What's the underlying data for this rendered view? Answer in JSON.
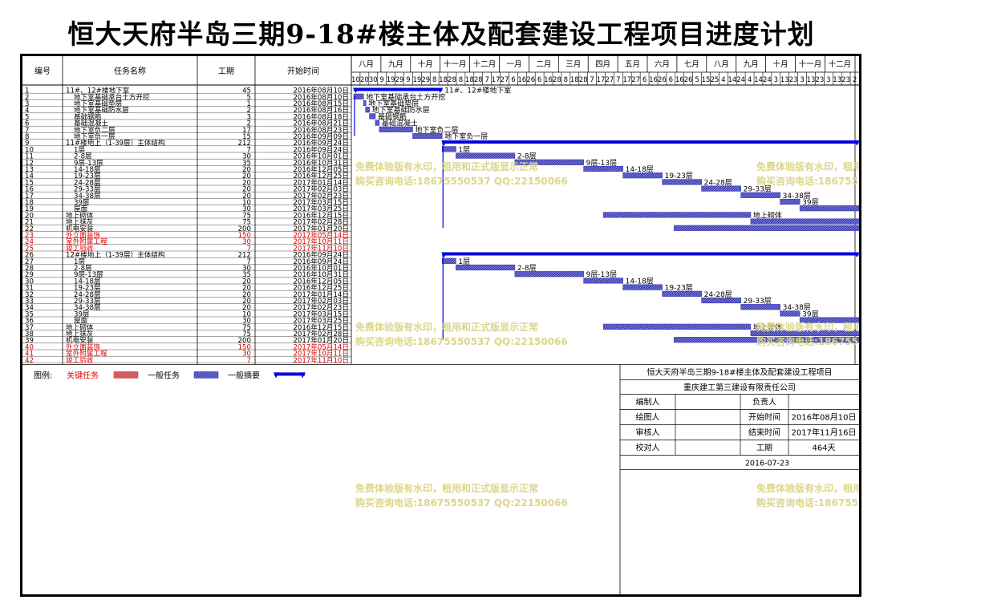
{
  "title": "恒大天府半岛三期9-18#楼主体及配套建设工程项目进度计划",
  "columns": {
    "id": "编号",
    "name": "任务名称",
    "duration": "工期",
    "start": "开始时间"
  },
  "months": [
    "八月",
    "九月",
    "十月",
    "十一月",
    "十二月",
    "一月",
    "二月",
    "三月",
    "四月",
    "五月",
    "六月",
    "七月",
    "八月",
    "九月",
    "十月",
    "十一月",
    "十二月"
  ],
  "days": [
    "10",
    "20",
    "30",
    "9",
    "19",
    "29",
    "9",
    "19",
    "29",
    "8",
    "18",
    "28",
    "8",
    "18",
    "28",
    "7",
    "17",
    "27",
    "6",
    "16",
    "26",
    "6",
    "16",
    "28",
    "8",
    "18",
    "28",
    "7",
    "17",
    "27",
    "7",
    "17",
    "27",
    "6",
    "16",
    "26",
    "6",
    "16",
    "26",
    "5",
    "15",
    "25",
    "4",
    "14",
    "24",
    "4",
    "14",
    "24",
    "3",
    "13",
    "23",
    "3",
    "13",
    "23",
    "3",
    "13",
    "23",
    "2"
  ],
  "chart_data": {
    "type": "gantt",
    "x_axis": "date",
    "tasks": [
      {
        "id": "1",
        "name": "11#、12#楼地下室",
        "duration": 45,
        "start": "2016年08月10日",
        "kind": "summary",
        "level": 1
      },
      {
        "id": "2",
        "name": "地下室基础承台土方开挖",
        "duration": 5,
        "start": "2016年08月10日",
        "kind": "normal",
        "level": 2
      },
      {
        "id": "3",
        "name": "地下室基础垫层",
        "duration": 1,
        "start": "2016年08月15日",
        "kind": "normal",
        "level": 2
      },
      {
        "id": "4",
        "name": "地下室基础防水层",
        "duration": 2,
        "start": "2016年08月16日",
        "kind": "normal",
        "level": 2
      },
      {
        "id": "5",
        "name": "基础钢筋",
        "duration": 3,
        "start": "2016年08月18日",
        "kind": "normal",
        "level": 2
      },
      {
        "id": "6",
        "name": "基础混凝土",
        "duration": 2,
        "start": "2016年08月21日",
        "kind": "normal",
        "level": 2
      },
      {
        "id": "7",
        "name": "地下室负二层",
        "duration": 17,
        "start": "2016年08月23日",
        "kind": "normal",
        "level": 2
      },
      {
        "id": "8",
        "name": "地下室负一层",
        "duration": 15,
        "start": "2016年09月09日",
        "kind": "normal",
        "level": 2
      },
      {
        "id": "9",
        "name": "11#楼地上（1-39层）主体结构",
        "duration": 212,
        "start": "2016年09月24日",
        "kind": "summary",
        "level": 1
      },
      {
        "id": "10",
        "name": "1层",
        "duration": 7,
        "start": "2016年09月24日",
        "kind": "normal",
        "level": 2
      },
      {
        "id": "11",
        "name": "2-8层",
        "duration": 30,
        "start": "2016年10月01日",
        "kind": "normal",
        "level": 2
      },
      {
        "id": "12",
        "name": "9层-13层",
        "duration": 35,
        "start": "2016年10月31日",
        "kind": "normal",
        "level": 2
      },
      {
        "id": "13",
        "name": "14-18层",
        "duration": 20,
        "start": "2016年12月05日",
        "kind": "normal",
        "level": 2
      },
      {
        "id": "14",
        "name": "19-23层",
        "duration": 20,
        "start": "2016年12月25日",
        "kind": "normal",
        "level": 2
      },
      {
        "id": "15",
        "name": "24-28层",
        "duration": 20,
        "start": "2017年01月14日",
        "kind": "normal",
        "level": 2
      },
      {
        "id": "16",
        "name": "29-33层",
        "duration": 20,
        "start": "2017年02月03日",
        "kind": "normal",
        "level": 2
      },
      {
        "id": "17",
        "name": "34-38层",
        "duration": 20,
        "start": "2017年02月23日",
        "kind": "normal",
        "level": 2
      },
      {
        "id": "18",
        "name": "39层",
        "duration": 10,
        "start": "2017年03月15日",
        "kind": "normal",
        "level": 2
      },
      {
        "id": "19",
        "name": "屋面",
        "duration": 30,
        "start": "2017年03月25日",
        "kind": "normal",
        "level": 2
      },
      {
        "id": "20",
        "name": "地上砌体",
        "duration": 75,
        "start": "2016年12月15日",
        "kind": "normal",
        "level": 1
      },
      {
        "id": "21",
        "name": "地上抹灰",
        "duration": 75,
        "start": "2017年02月28日",
        "kind": "normal",
        "level": 1
      },
      {
        "id": "22",
        "name": "机电安装",
        "duration": 200,
        "start": "2017年01月20日",
        "kind": "normal",
        "level": 1
      },
      {
        "id": "23",
        "name": "外立面装饰",
        "duration": 150,
        "start": "2017年05月14日",
        "kind": "critical",
        "level": 1
      },
      {
        "id": "24",
        "name": "室外附属工程",
        "duration": 30,
        "start": "2017年10月11日",
        "kind": "critical",
        "level": 1
      },
      {
        "id": "25",
        "name": "竣工验收",
        "duration": 7,
        "start": "2017年11月10日",
        "kind": "critical",
        "level": 1
      },
      {
        "id": "26",
        "name": "12#楼地上（1-39层）主体结构",
        "duration": 212,
        "start": "2016年09月24日",
        "kind": "summary",
        "level": 1
      },
      {
        "id": "27",
        "name": "1层",
        "duration": 7,
        "start": "2016年09月24日",
        "kind": "normal",
        "level": 2
      },
      {
        "id": "28",
        "name": "2-8层",
        "duration": 30,
        "start": "2016年10月01日",
        "kind": "normal",
        "level": 2
      },
      {
        "id": "29",
        "name": "9层-13层",
        "duration": 35,
        "start": "2016年10月31日",
        "kind": "normal",
        "level": 2
      },
      {
        "id": "30",
        "name": "14-18层",
        "duration": 20,
        "start": "2016年12月05日",
        "kind": "normal",
        "level": 2
      },
      {
        "id": "31",
        "name": "19-23层",
        "duration": 20,
        "start": "2016年12月25日",
        "kind": "normal",
        "level": 2
      },
      {
        "id": "32",
        "name": "24-28层",
        "duration": 20,
        "start": "2017年01月14日",
        "kind": "normal",
        "level": 2
      },
      {
        "id": "33",
        "name": "29-33层",
        "duration": 20,
        "start": "2017年02月03日",
        "kind": "normal",
        "level": 2
      },
      {
        "id": "34",
        "name": "34-38层",
        "duration": 20,
        "start": "2017年02月23日",
        "kind": "normal",
        "level": 2
      },
      {
        "id": "35",
        "name": "39层",
        "duration": 10,
        "start": "2017年03月15日",
        "kind": "normal",
        "level": 2
      },
      {
        "id": "36",
        "name": "屋面",
        "duration": 30,
        "start": "2017年03月25日",
        "kind": "normal",
        "level": 2
      },
      {
        "id": "37",
        "name": "地上砌体",
        "duration": 75,
        "start": "2016年12月15日",
        "kind": "normal",
        "level": 1
      },
      {
        "id": "38",
        "name": "地上抹灰",
        "duration": 75,
        "start": "2017年02月28日",
        "kind": "normal",
        "level": 1
      },
      {
        "id": "39",
        "name": "机电安装",
        "duration": 200,
        "start": "2017年01月20日",
        "kind": "normal",
        "level": 1
      },
      {
        "id": "40",
        "name": "外立面装饰",
        "duration": 150,
        "start": "2017年05月14日",
        "kind": "critical",
        "level": 1
      },
      {
        "id": "41",
        "name": "室外附属工程",
        "duration": 30,
        "start": "2017年10月11日",
        "kind": "critical",
        "level": 1
      },
      {
        "id": "42",
        "name": "竣工验收",
        "duration": 7,
        "start": "2017年11月10日",
        "kind": "critical",
        "level": 1
      }
    ]
  },
  "legend": {
    "label": "图例:",
    "critical": "关键任务",
    "normal": "一般任务",
    "summary": "一般摘要"
  },
  "watermark": {
    "line1": "免费体验版有水印，租用和正式版显示正常",
    "line2": "购买咨询电话:18675550537 QQ:22150066"
  },
  "info": {
    "project": "恒大天府半岛三期9-18#楼主体及配套建设工程项目",
    "company": "重庆建工第三建设有限责任公司",
    "editor": "编制人",
    "owner": "负责人",
    "drafter": "绘图人",
    "start_label": "开始时间",
    "start_value": "2016年08月10日",
    "reviewer": "审核人",
    "end_label": "结束时间",
    "end_value": "2017年11月16日",
    "checker": "校对人",
    "duration_label": "工期",
    "duration_value": "464天",
    "date": "2016-07-23"
  },
  "colors": {
    "critical": "#c84040",
    "normal": "#3b3bb4",
    "summary": "#0000e0",
    "critical_text": "#e00000",
    "watermark": "#dcd68a"
  }
}
